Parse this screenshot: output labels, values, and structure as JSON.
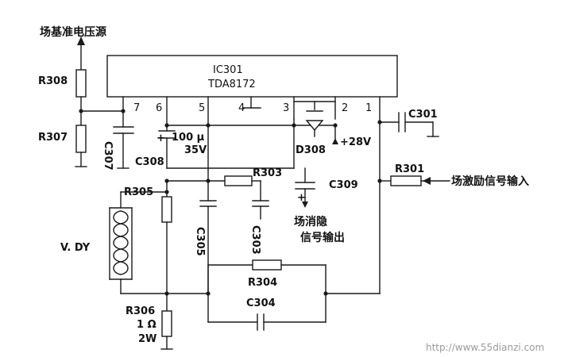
{
  "ic": {
    "ref": "IC301",
    "part": "TDA8172",
    "pins": [
      "7",
      "6",
      "5",
      "4",
      "3",
      "2",
      "1"
    ]
  },
  "labels": {
    "ref_voltage": "场基准电压源",
    "r308": "R308",
    "r307": "R307",
    "c307": "C307",
    "c308": "C308",
    "c308_value": "100 μ",
    "c308_voltage": "35V",
    "d308": "D308",
    "supply": "+28V",
    "c301": "C301",
    "r301": "R301",
    "drive_input": "场激励信号输入",
    "r305": "R305",
    "yoke": "V. DY",
    "c305": "C305",
    "r303": "R303",
    "c303": "C303",
    "c309": "C309",
    "c309_plus": "+",
    "blank_out_1": "场消隐",
    "blank_out_2": "信号输出",
    "r304": "R304",
    "c304": "C304",
    "r306": "R306",
    "r306_value": "1 Ω",
    "r306_power": "2W",
    "plus_mark": "+"
  },
  "watermark": "http://www.55dianzi.com"
}
